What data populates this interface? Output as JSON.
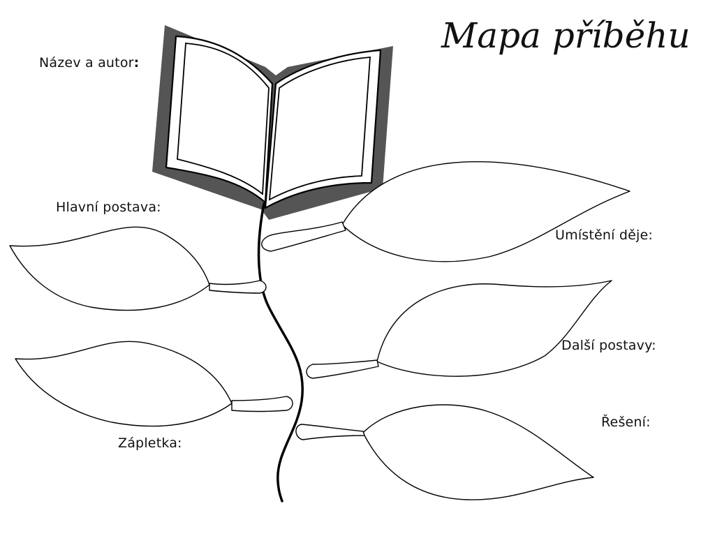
{
  "title": "Mapa příběhu",
  "labels": {
    "title_author": "Název a autor",
    "title_author_colon": ":",
    "main_character": "Hlavní postava:",
    "setting": "Umístění děje:",
    "other_characters": "Další postavy:",
    "plot": "Zápletka:",
    "resolution": "Řešení:"
  },
  "colors": {
    "line": "#000000",
    "book_cover": "#555555",
    "background": "#ffffff"
  }
}
